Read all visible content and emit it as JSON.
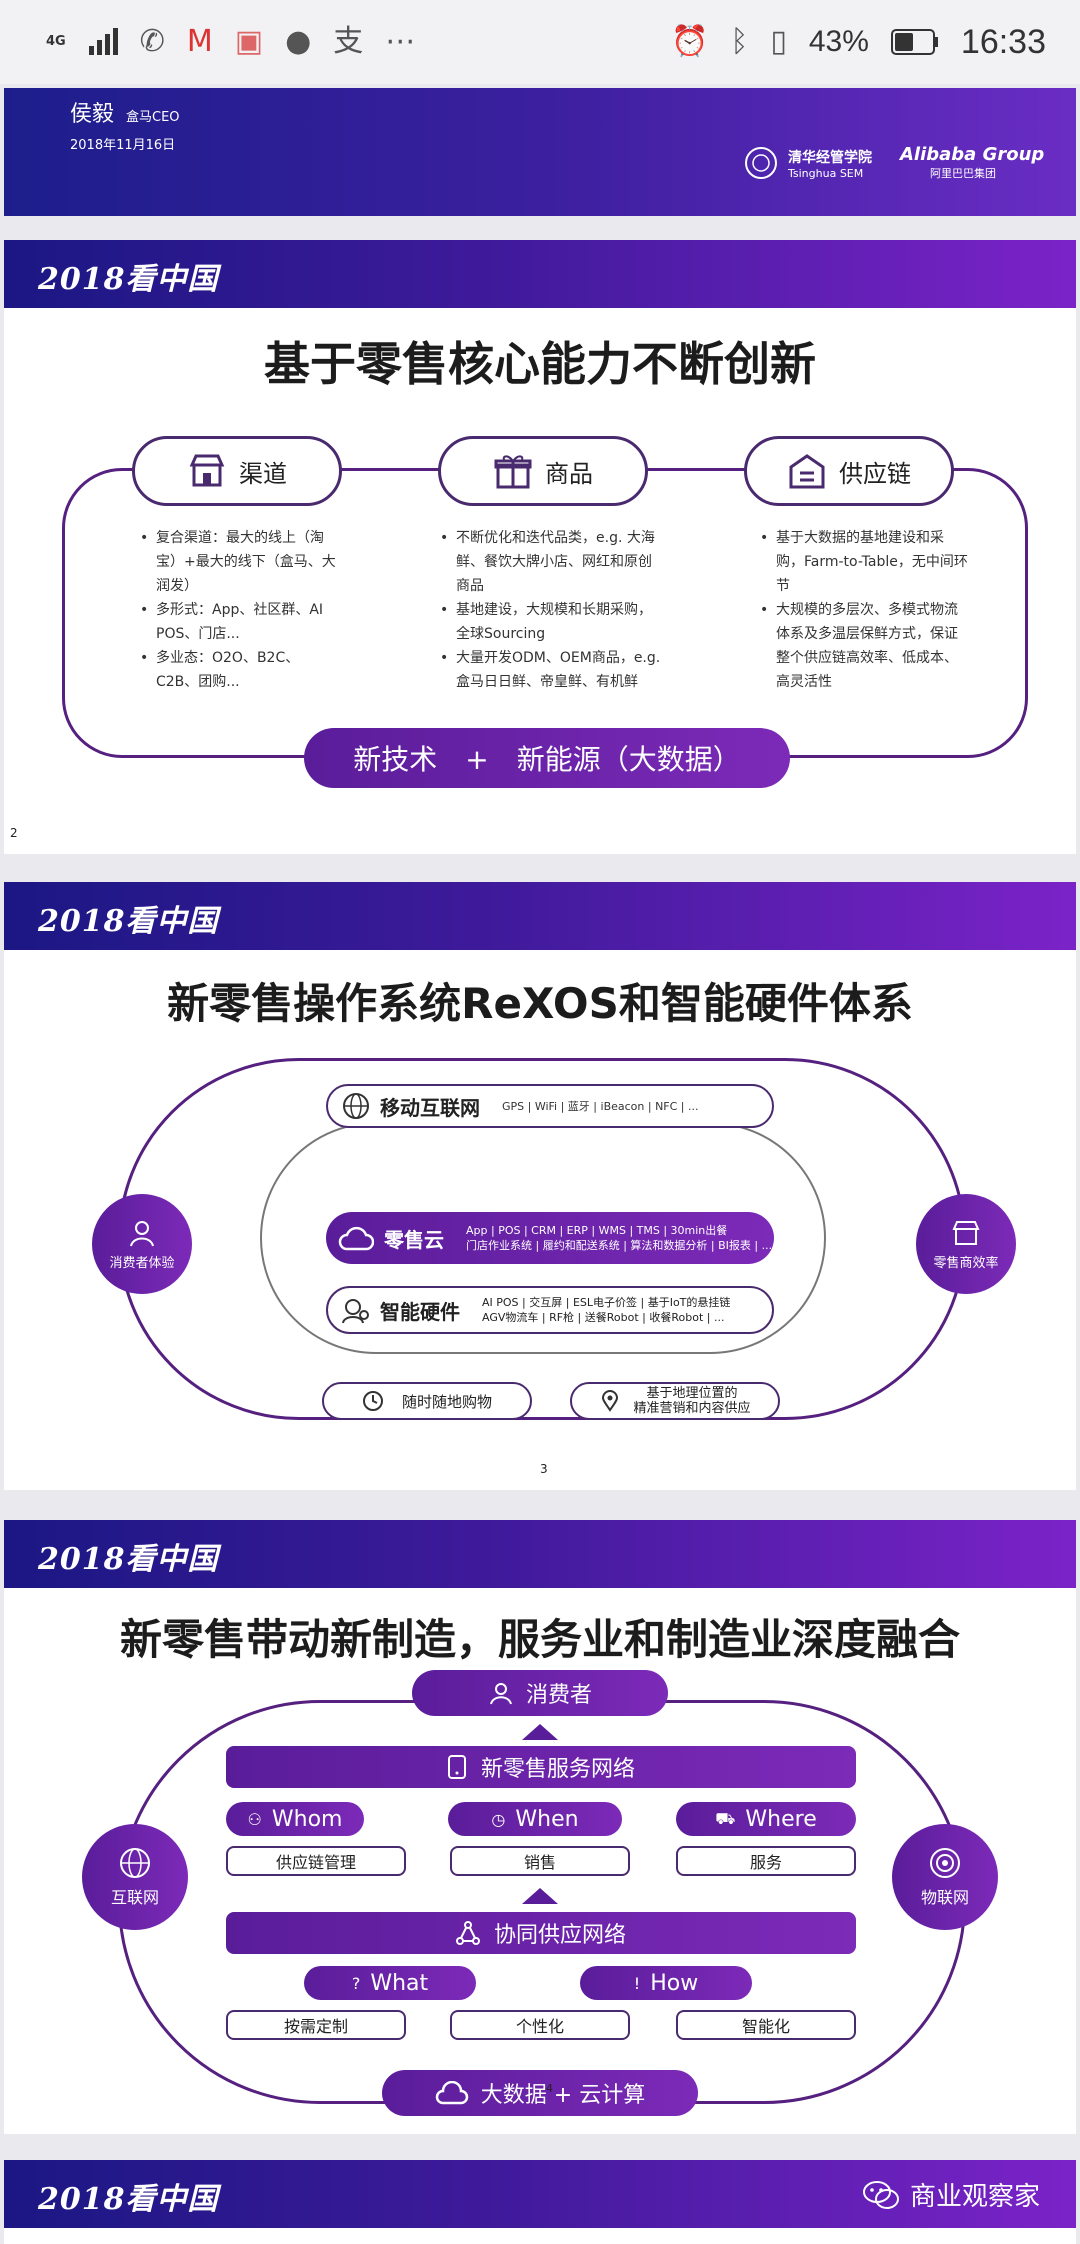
{
  "status_bar": {
    "network": "4G",
    "time": "16:33",
    "battery": "43%"
  },
  "slide1": {
    "speaker": "侯毅",
    "role": "盒马CEO",
    "date": "2018年11月16日",
    "partner1": "清华经管学院",
    "partner1_en": "Tsinghua SEM",
    "partner2": "Alibaba Group",
    "partner2_cn": "阿里巴巴集团"
  },
  "slide2": {
    "logo": "2018看中国",
    "title": "基于零售核心能力不断创新",
    "cols": [
      {
        "label": "渠道",
        "bullets": [
          "复合渠道：最大的线上（淘宝）+最大的线下（盒马、大润发）",
          "多形式：App、社区群、AI POS、门店...",
          "多业态：O2O、B2C、C2B、团购..."
        ]
      },
      {
        "label": "商品",
        "bullets": [
          "不断优化和迭代品类，e.g. 大海鲜、餐饮大牌小店、网红和原创商品",
          "基地建设，大规模和长期采购，全球Sourcing",
          "大量开发ODM、OEM商品，e.g. 盒马日日鲜、帝皇鲜、有机鲜"
        ]
      },
      {
        "label": "供应链",
        "bullets": [
          "基于大数据的基地建设和采购，Farm-to-Table，无中间环节",
          "大规模的多层次、多模式物流体系及多温层保鲜方式，保证整个供应链高效率、低成本、高灵活性"
        ]
      }
    ],
    "bottom": "新技术　+　新能源（大数据）",
    "page": "2"
  },
  "slide3": {
    "logo": "2018看中国",
    "title": "新零售操作系统ReXOS和智能硬件体系",
    "mobile": "移动互联网",
    "mobile_detail": "GPS | WiFi | 蓝牙 | iBeacon | NFC | ...",
    "cloud": "零售云",
    "cloud_detail1": "App | POS | CRM | ERP | WMS | TMS | 30min出餐",
    "cloud_detail2": "门店作业系统 | 履约和配送系统 | 算法和数据分析 | BI报表 | ...",
    "hw": "智能硬件",
    "hw_detail1": "AI POS | 交互屏 | ESL电子价签 | 基于IoT的悬挂链",
    "hw_detail2": "AGV物流车 | RF枪 | 送餐Robot | 收餐Robot | ...",
    "left": "消费者体验",
    "right": "零售商效率",
    "b1": "随时随地购物",
    "b2_1": "基于地理位置的",
    "b2_2": "精准营销和内容供应",
    "page": "3"
  },
  "slide4": {
    "logo": "2018看中国",
    "title": "新零售带动新制造，服务业和制造业深度融合",
    "consumer": "消费者",
    "net": "新零售服务网络",
    "whom": "Whom",
    "when": "When",
    "where": "Where",
    "r1": [
      "供应链管理",
      "销售",
      "服务"
    ],
    "supply": "协同供应网络",
    "what": "What",
    "how": "How",
    "r2": [
      "按需定制",
      "个性化",
      "智能化"
    ],
    "left": "互联网",
    "right": "物联网",
    "bottom": "大数据 + 云计算",
    "page": "4"
  },
  "slide5": {
    "logo": "2018看中国",
    "watermark": "商业观察家"
  }
}
